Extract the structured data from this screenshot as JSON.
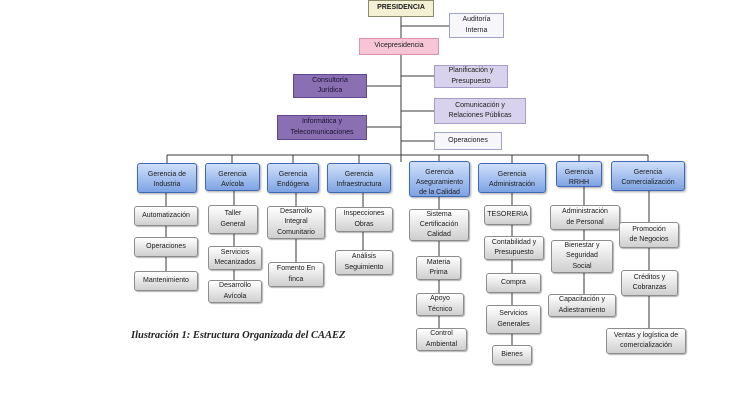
{
  "presidencia": "PRESIDENCIA",
  "auditoria": "Auditoría\nInterna",
  "vicepresidencia": "Vicepresidencia",
  "staff_left": [
    {
      "label": "Consultoría\nJurídica"
    },
    {
      "label": "Informática y\nTelecomunicaciones"
    }
  ],
  "staff_right": [
    {
      "label": "Planificación y\nPresupuesto"
    },
    {
      "label": "Comunicación y\nRelaciones Públicas"
    },
    {
      "label": "Operaciones"
    }
  ],
  "gerencias": [
    {
      "label": "Gerencia de\nIndustria",
      "subs": [
        "Automatización",
        "Operaciones",
        "Mantenimiento"
      ]
    },
    {
      "label": "Gerencia\nAvícola",
      "subs": [
        "Taller\nGeneral",
        "Servicios\nMecanizados",
        "Desarrollo\nAvícola"
      ]
    },
    {
      "label": "Gerencia\nEndógena",
      "subs": [
        "Desarrollo\nIntegral\nComunitario",
        "Fomento En\nfinca"
      ]
    },
    {
      "label": "Gerencia\nInfraestructura",
      "subs": [
        "Inspecciones\nObras",
        "Análisis\nSeguimiento"
      ]
    },
    {
      "label": "Gerencia\nAseguramiento\nde la Calidad",
      "subs": [
        "Sistema\nCertificación\nCalidad",
        "Materia\nPrima",
        "Apoyo\nTécnico",
        "Control\nAmbiental"
      ]
    },
    {
      "label": "Gerencia\nAdministración",
      "subs": [
        "TESORERIA",
        "Contabilidad y\nPresupuesto",
        "Compra",
        "Servicios\nGenerales",
        "Bienes"
      ]
    },
    {
      "label": "Gerencia\nRRHH",
      "subs": [
        "Administración\nde Personal",
        "Bienestar y\nSeguridad\nSocial",
        "Capacitación y\nAdiestramiento"
      ]
    },
    {
      "label": "Gerencia\nComercialización",
      "subs": [
        "Promoción\nde Negocios",
        "Créditos y\nCobranzas",
        "Ventas y logística de\ncomercialización"
      ]
    }
  ],
  "caption": "Ilustración 1: Estructura Organizada del CAAEZ"
}
